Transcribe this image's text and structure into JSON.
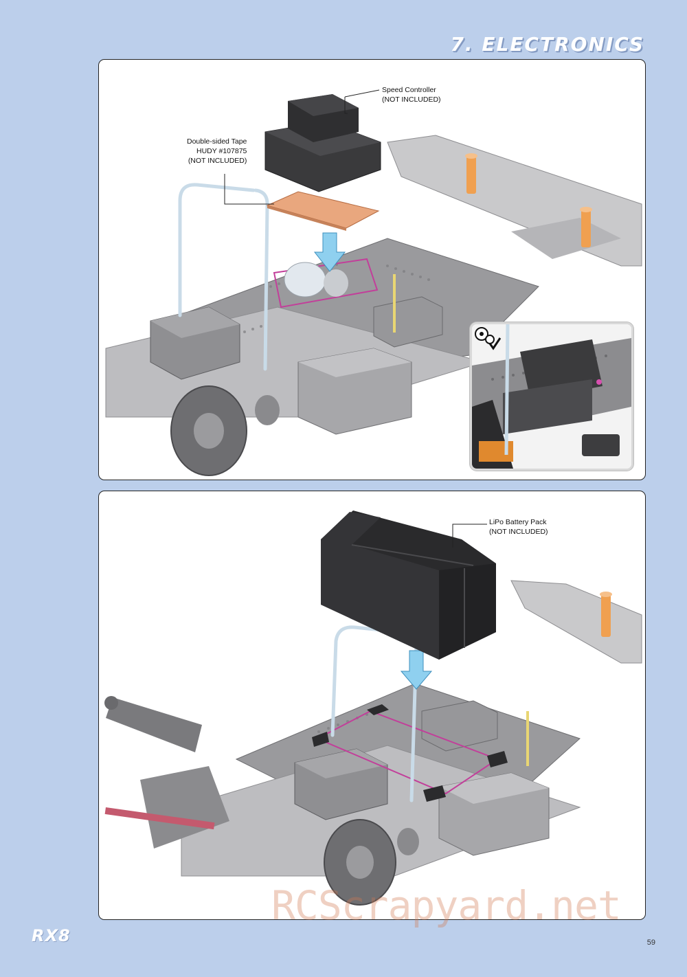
{
  "header": {
    "section_title": "7. ELECTRONICS"
  },
  "step1": {
    "callouts": {
      "speed_controller": "Speed Controller\n(NOT INCLUDED)",
      "tape": "Double-sided Tape\nHUDY #107875\n(NOT INCLUDED)"
    },
    "inset_icon": "check-setup-icon"
  },
  "step2": {
    "callouts": {
      "battery": "LiPo Battery Pack\n(NOT INCLUDED)"
    }
  },
  "footer": {
    "brand": "RX8",
    "page_number": "59"
  },
  "watermark": "RCScrapyard.net",
  "colors": {
    "page_bg": "#bccfeb",
    "chassis_grey": "#a9a9ab",
    "part_dark": "#3a3a3c",
    "tape_orange": "#e9a77e",
    "arrow_blue": "#8fd0ef",
    "outline_magenta": "#c23f9a",
    "accent_orange": "#f0a050"
  }
}
